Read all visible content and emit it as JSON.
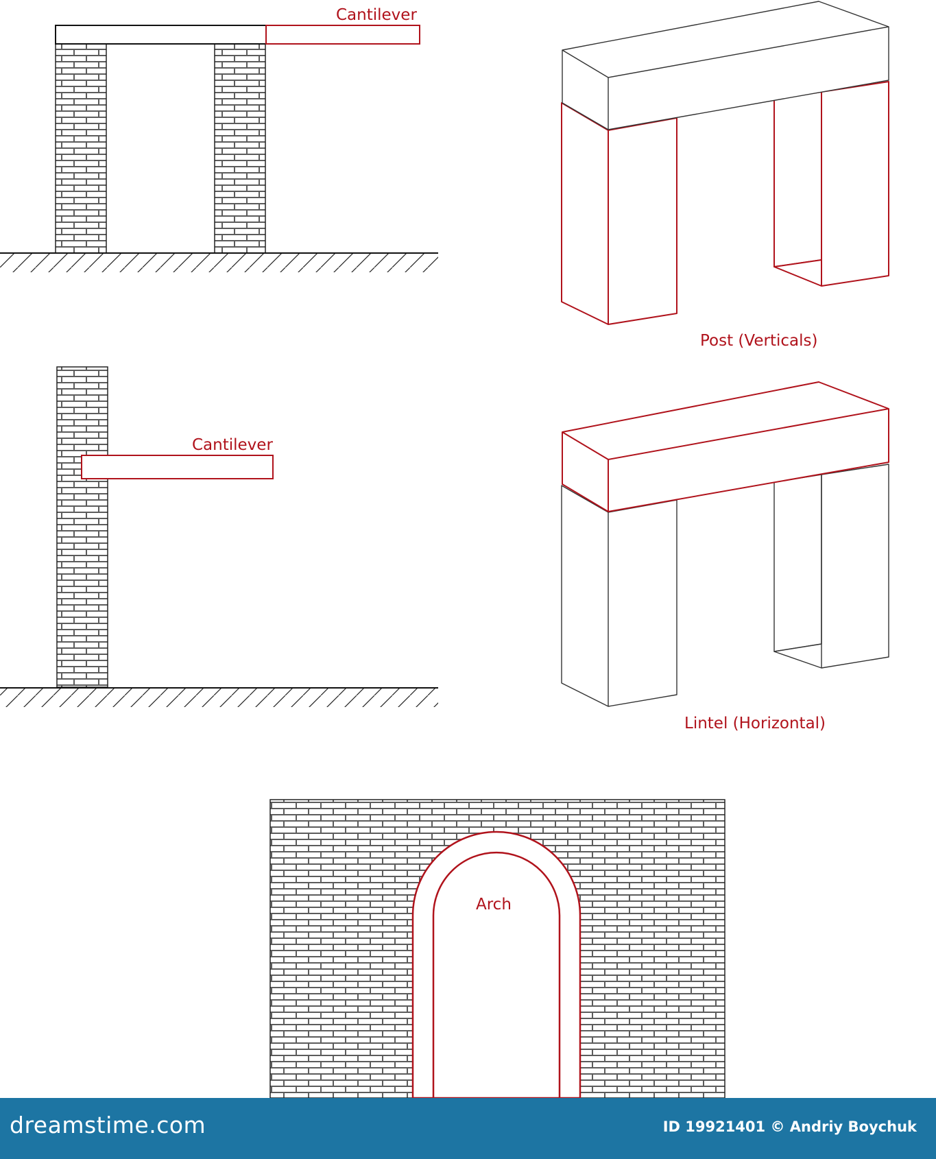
{
  "labels": {
    "cantilever_top": "Cantilever",
    "cantilever_mid": "Cantilever",
    "post": "Post (Verticals)",
    "lintel": "Lintel (Horizontal)",
    "arch": "Arch"
  },
  "footer": {
    "brand": "dreamstime.com",
    "credit": "ID 19921401 © Andriy Boychuk"
  },
  "colors": {
    "highlight": "#b0121b",
    "line": "#222222",
    "footer_bg": "#1d75a3"
  }
}
